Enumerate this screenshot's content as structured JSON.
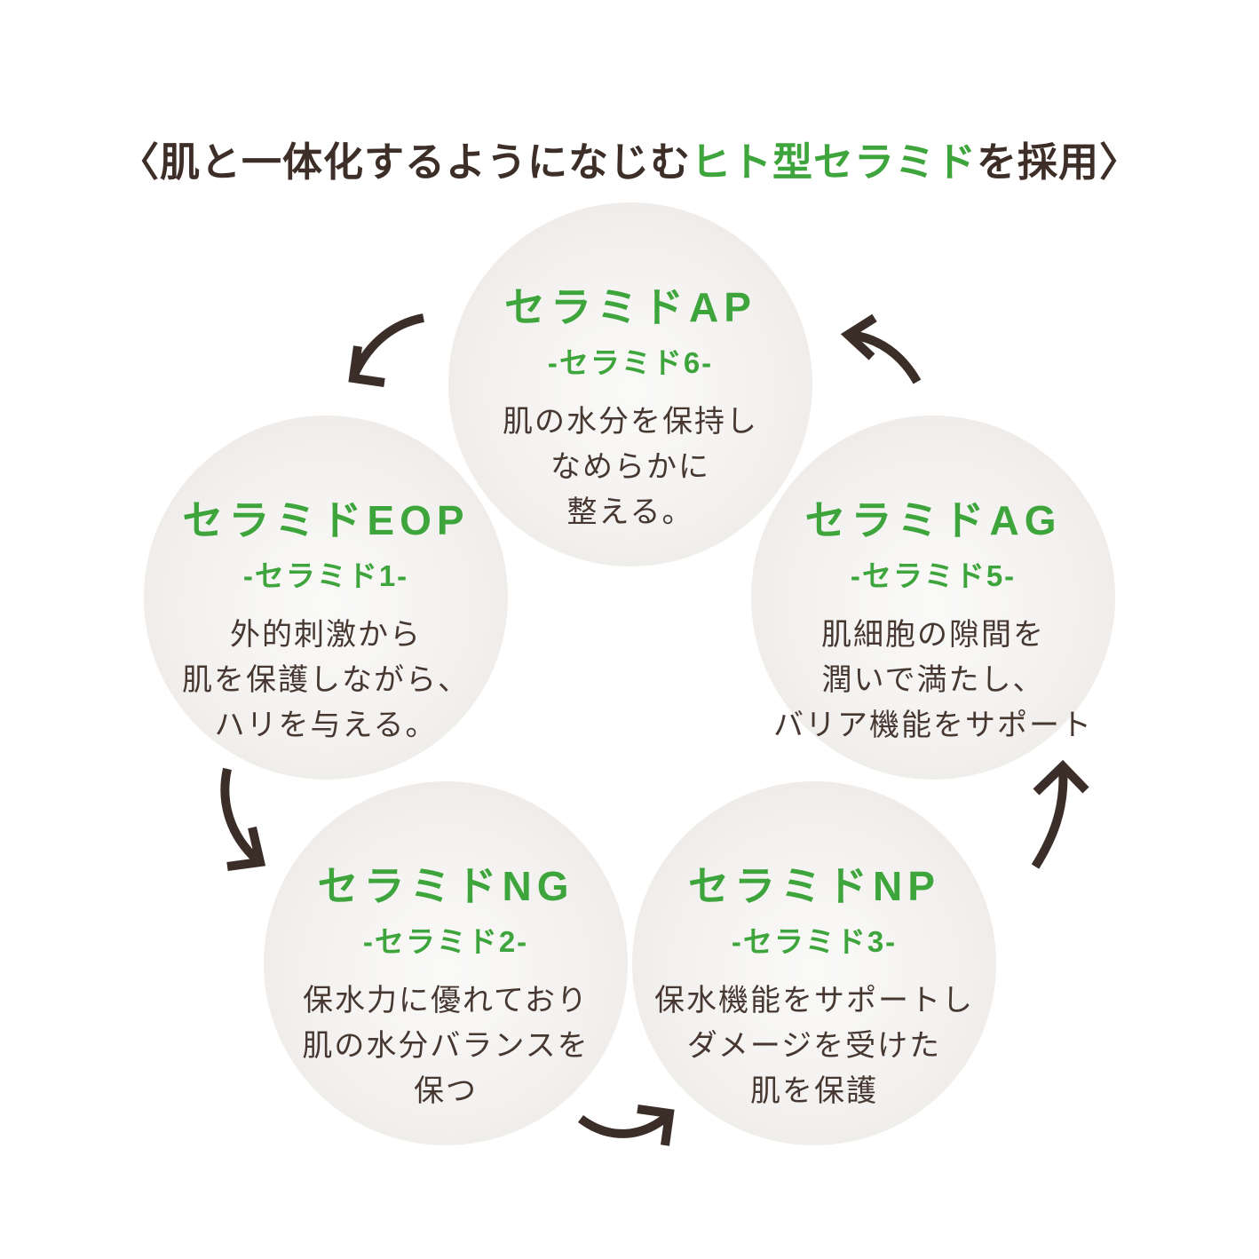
{
  "title": {
    "prefix": "〈肌と一体化するようになじむ",
    "highlight": "ヒト型セラミド",
    "suffix": "を採用〉"
  },
  "colors": {
    "background": "#ffffff",
    "accent_green": "#3ea53c",
    "title_text": "#3d2f28",
    "body_text": "#463831",
    "arrow": "#3b2d27",
    "circle_edge": "#e8e4e0"
  },
  "circles": [
    {
      "id": "ap",
      "name": "セラミドAP",
      "alias": "-セラミド6-",
      "description": [
        "肌の水分を保持し",
        "なめらかに",
        "整える。"
      ],
      "position": "top"
    },
    {
      "id": "eop",
      "name": "セラミドEOP",
      "alias": "-セラミド1-",
      "description": [
        "外的刺激から",
        "肌を保護しながら、",
        "ハリを与える。"
      ],
      "position": "middle-left"
    },
    {
      "id": "ag",
      "name": "セラミドAG",
      "alias": "-セラミド5-",
      "description": [
        "肌細胞の隙間を",
        "潤いで満たし、",
        "バリア機能をサポート"
      ],
      "position": "middle-right"
    },
    {
      "id": "ng",
      "name": "セラミドNG",
      "alias": "-セラミド2-",
      "description": [
        "保水力に優れており",
        "肌の水分バランスを",
        "保つ"
      ],
      "position": "bottom-left"
    },
    {
      "id": "np",
      "name": "セラミドNP",
      "alias": "-セラミド3-",
      "description": [
        "保水機能をサポートし",
        "ダメージを受けた",
        "肌を保護"
      ],
      "position": "bottom-right"
    }
  ],
  "cycle": {
    "direction": "counterclockwise",
    "arrows": [
      {
        "from": "ap",
        "to": "eop"
      },
      {
        "from": "eop",
        "to": "ng"
      },
      {
        "from": "ng",
        "to": "np"
      },
      {
        "from": "np",
        "to": "ag"
      },
      {
        "from": "ag",
        "to": "ap"
      }
    ]
  }
}
